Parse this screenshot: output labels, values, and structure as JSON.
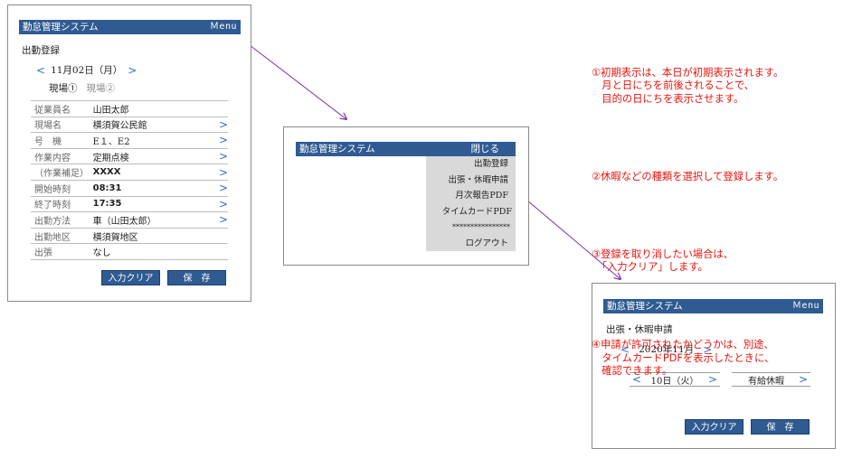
{
  "app_title": "勤怠管理システム",
  "menu_label": "Ｍenu",
  "close_label": "閉じる",
  "screen1": {
    "title": "出勤登録",
    "date": {
      "prev": "<",
      "label": "11月02日（月）",
      "next": ">"
    },
    "sites": [
      "現場①",
      "現場②"
    ],
    "rows": [
      {
        "label": "従業員名",
        "value": "山田太郎",
        "chevron": ""
      },
      {
        "label": "現場名",
        "value": "横須賀公民館",
        "chevron": ">"
      },
      {
        "label": "号　機",
        "value": "E１、E2",
        "chevron": ">"
      },
      {
        "label": "作業内容",
        "value": "定期点検",
        "chevron": ">"
      },
      {
        "label": "（作業補足）",
        "value": "XXXX",
        "chevron": ">"
      },
      {
        "label": "開始時刻",
        "value": "08:31",
        "chevron": ">"
      },
      {
        "label": "終了時刻",
        "value": "17:35",
        "chevron": ">"
      },
      {
        "label": "出勤方法",
        "value": "車（山田太郎）",
        "chevron": ">"
      },
      {
        "label": "出勤地区",
        "value": "横須賀地区",
        "chevron": ""
      },
      {
        "label": "出張",
        "value": "なし",
        "chevron": ""
      }
    ],
    "clear_label": "入力クリア",
    "save_label": "保　存"
  },
  "menu_screen": {
    "items": [
      "出勤登録",
      "出張・休暇申請",
      "月次報告PDF",
      "タイムカードPDF",
      "****************",
      "ログアウト"
    ]
  },
  "screen3": {
    "title": "出張・休暇申請",
    "month": {
      "prev": "<",
      "label": "2020年11月",
      "next": ">"
    },
    "day": {
      "prev": "<",
      "label": "10日（火）",
      "next": ">"
    },
    "leave": {
      "label": "有給休暇",
      "next": ">"
    },
    "clear_label": "入力クリア",
    "save_label": "保　存"
  },
  "notes": [
    "①初期表示は、本日が初期表示されます。\n　月と日にちを前後されることで、\n　目的の日にちを表示させます。",
    "②休暇などの種類を選択して登録します。",
    "③登録を取り消したい場合は、\n　「入力クリア」します。",
    "④申請が許可されたかどうかは、別途、\n　タイムカードPDFを表示したときに、\n　確認できます。"
  ],
  "colors": {
    "header": "#2f5b92",
    "accent": "#2f6fd1",
    "note": "#e8140c",
    "arrow": "#7d2ea8",
    "menu_bg": "#d9d9d9"
  }
}
